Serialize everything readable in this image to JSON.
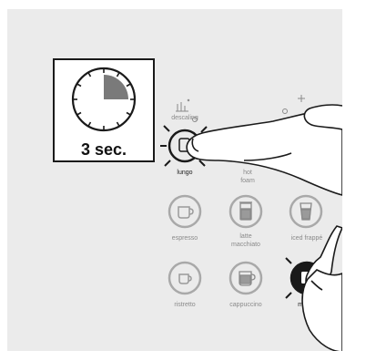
{
  "timer": {
    "label": "3 sec.",
    "fill_fraction": 0.25
  },
  "buttons": {
    "descaling": "descaling",
    "lungo": "lungo",
    "hot_foam_line1": "hot",
    "hot_foam_line2": "foam",
    "espresso": "espresso",
    "latte_line1": "latte",
    "latte_line2": "macchiato",
    "iced_frappe": "iced frappé",
    "ristretto": "ristretto",
    "cappuccino": "cappuccino",
    "milk_partial": "m"
  },
  "colors": {
    "panel": "#ebebeb",
    "button_ring": "#a9a9a9",
    "highlight_ring": "#1a1a1a",
    "pie_fill": "#7a7a7a"
  },
  "icons": [
    "clock-icon",
    "descaling-icon",
    "cup-icon",
    "glass-icon",
    "hand-icon"
  ]
}
